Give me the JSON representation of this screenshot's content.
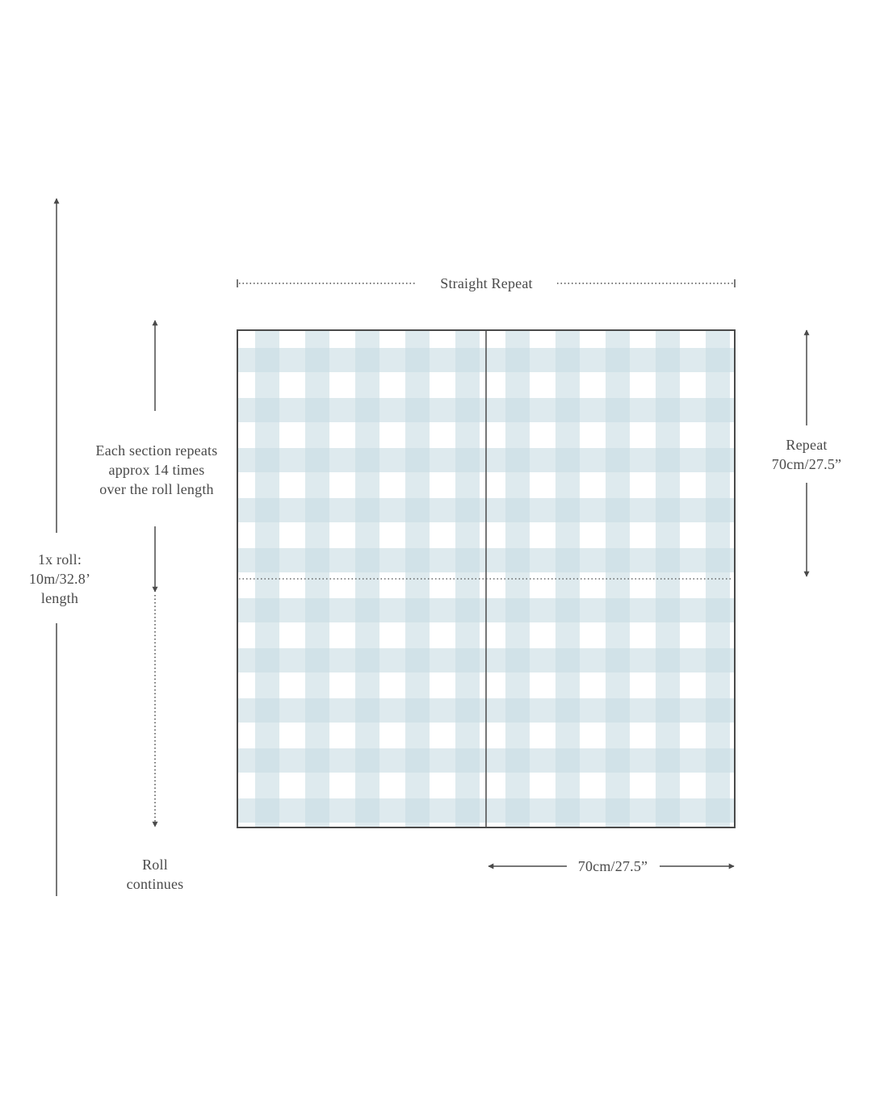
{
  "labels": {
    "straight_repeat": "Straight Repeat",
    "section_repeats": [
      "Each section repeats",
      "approx 14 times",
      "over the roll length"
    ],
    "roll_length": [
      "1x roll:",
      "10m/32.8’",
      "length"
    ],
    "repeat": [
      "Repeat",
      "70cm/27.5”"
    ],
    "roll_continues": [
      "Roll",
      "continues"
    ],
    "width": "70cm/27.5”"
  },
  "colors": {
    "line": "#4a4a4a",
    "text": "#4a4a4a",
    "gingham_stripe": "#c9dde3",
    "background": "#ffffff"
  },
  "pattern": {
    "name": "gingham",
    "panels": 2,
    "rows_per_panel": 2
  }
}
